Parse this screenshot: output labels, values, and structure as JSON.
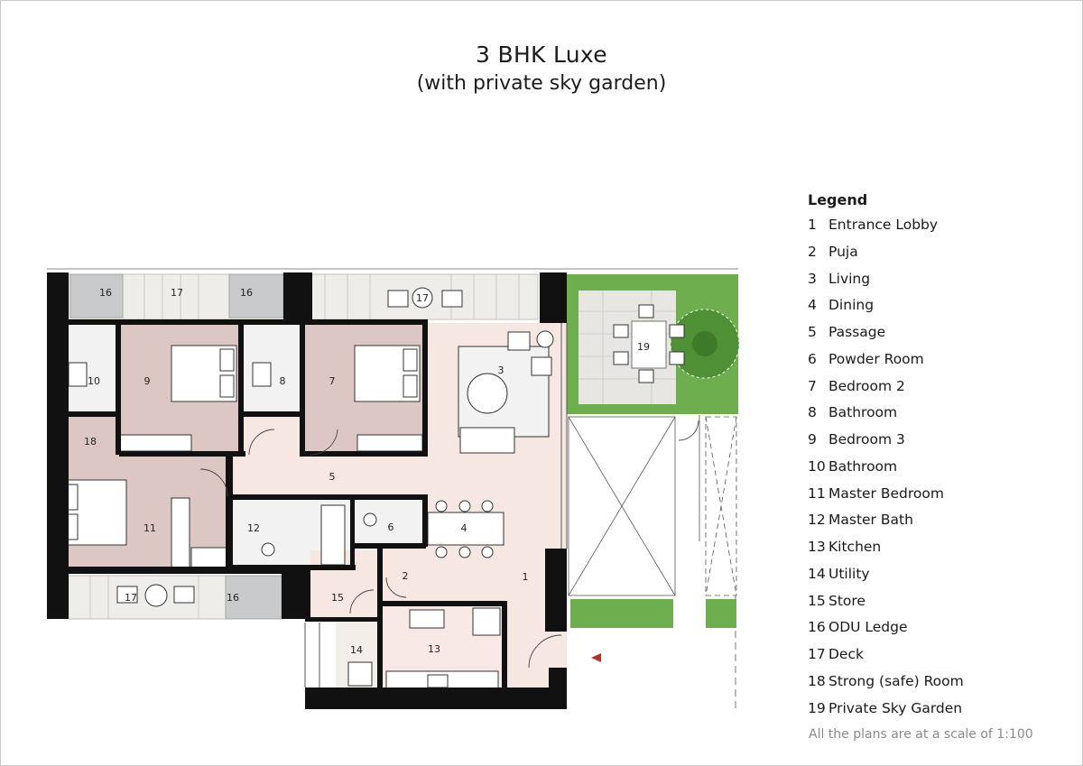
{
  "title": "3 BHK Luxe",
  "subtitle": "(with private sky garden)",
  "legend": {
    "heading": "Legend",
    "items": [
      {
        "num": "1",
        "label": "Entrance Lobby"
      },
      {
        "num": "2",
        "label": "Puja"
      },
      {
        "num": "3",
        "label": "Living"
      },
      {
        "num": "4",
        "label": "Dining"
      },
      {
        "num": "5",
        "label": "Passage"
      },
      {
        "num": "6",
        "label": "Powder Room"
      },
      {
        "num": "7",
        "label": "Bedroom 2"
      },
      {
        "num": "8",
        "label": "Bathroom"
      },
      {
        "num": "9",
        "label": "Bedroom 3"
      },
      {
        "num": "10",
        "label": "Bathroom"
      },
      {
        "num": "11",
        "label": "Master Bedroom"
      },
      {
        "num": "12",
        "label": "Master Bath"
      },
      {
        "num": "13",
        "label": "Kitchen"
      },
      {
        "num": "14",
        "label": "Utility"
      },
      {
        "num": "15",
        "label": "Store"
      },
      {
        "num": "16",
        "label": "ODU Ledge"
      },
      {
        "num": "17",
        "label": "Deck"
      },
      {
        "num": "18",
        "label": "Strong (safe) Room"
      },
      {
        "num": "19",
        "label": "Private Sky Garden"
      }
    ]
  },
  "scale_note": "All the plans are at a scale of 1:100",
  "room_labels": {
    "r1": "1",
    "r2": "2",
    "r3": "3",
    "r4": "4",
    "r5": "5",
    "r6": "6",
    "r7": "7",
    "r8": "8",
    "r9": "9",
    "r10": "10",
    "r11": "11",
    "r12": "12",
    "r13": "13",
    "r14": "14",
    "r15": "15",
    "r16": "16",
    "r17": "17",
    "r18": "18",
    "r19": "19"
  },
  "colors": {
    "bedroom_fill": "#dcc7c5",
    "living_fill": "#f6e7e2",
    "wet_fill": "#f2f2f2",
    "ledge_fill": "#c9cacc",
    "deck_fill": "#efedea",
    "wall": "#111111",
    "garden_green": "#5ea140",
    "entry_marker": "#b0322a"
  }
}
